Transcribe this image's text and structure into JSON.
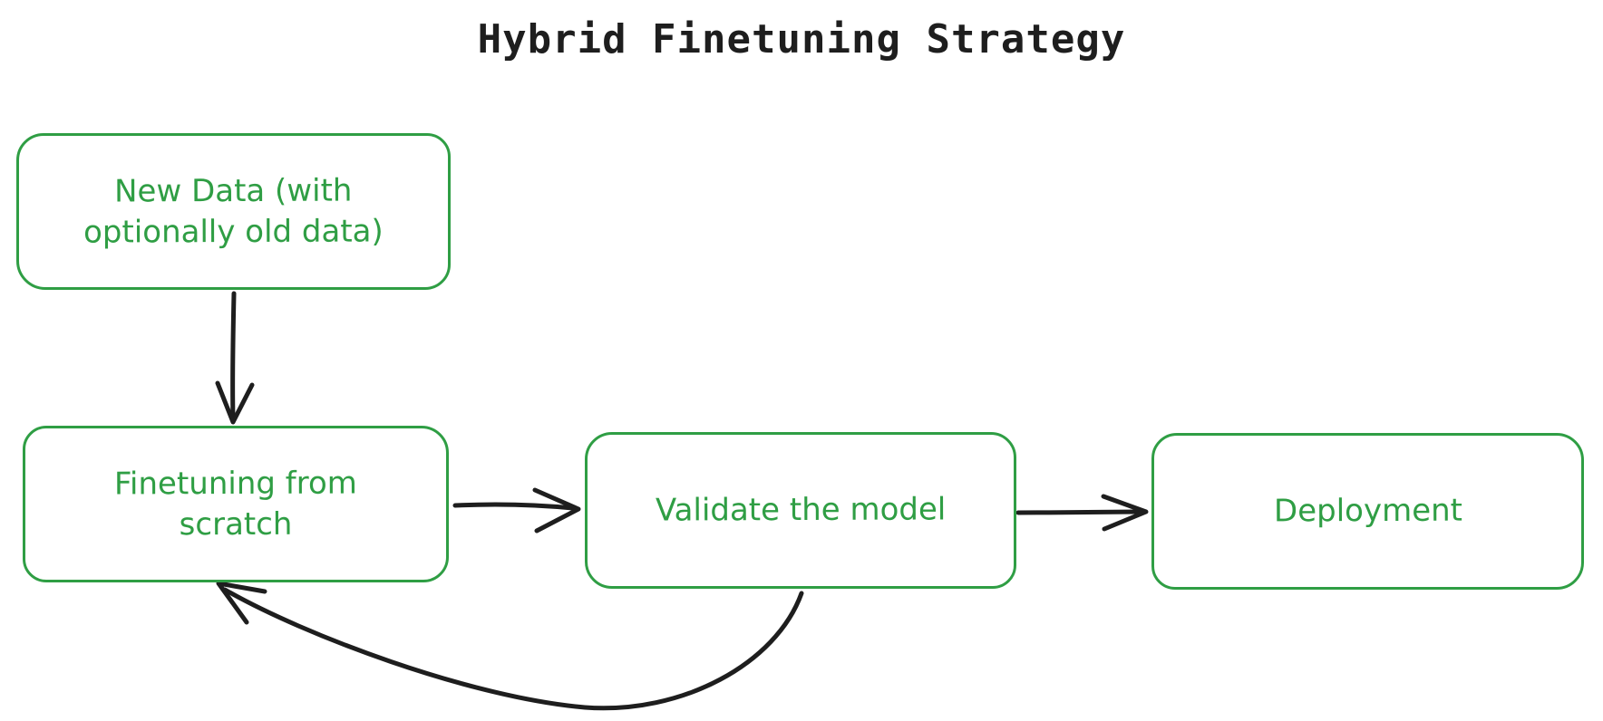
{
  "title": "Hybrid Finetuning Strategy",
  "colors": {
    "node_stroke": "#2f9e44",
    "node_text": "#2f9e44",
    "node_fill": "#ffffff",
    "arrow": "#1e1e1e",
    "title_text": "#1e1e1e",
    "background": "#ffffff"
  },
  "nodes": {
    "new_data": {
      "label": "New Data (with\noptionally old data)"
    },
    "finetune": {
      "label": "Finetuning from\nscratch"
    },
    "validate": {
      "label": "Validate the model"
    },
    "deploy": {
      "label": "Deployment"
    }
  },
  "edges": [
    {
      "from": "New Data (with optionally old data)",
      "to": "Finetuning from scratch",
      "shape": "straight-down"
    },
    {
      "from": "Finetuning from scratch",
      "to": "Validate the model",
      "shape": "straight-right"
    },
    {
      "from": "Validate the model",
      "to": "Deployment",
      "shape": "straight-right"
    },
    {
      "from": "Validate the model",
      "to": "Finetuning from scratch",
      "shape": "curved-feedback-bottom"
    }
  ]
}
